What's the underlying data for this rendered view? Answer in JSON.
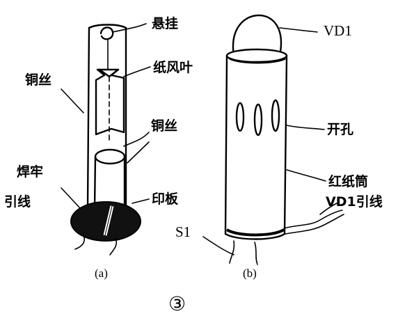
{
  "panel_a": {
    "caption": "(a)",
    "labels": {
      "suspend": "悬挂",
      "paper_vane": "纸风叶",
      "copper_wire_left": "铜丝",
      "copper_wire_right": "铜丝",
      "solder_firm": "焊牢",
      "lead_wire": "引线",
      "pcb": "印板"
    }
  },
  "panel_b": {
    "caption": "(b)",
    "labels": {
      "vd1": "VD1",
      "opening": "开孔",
      "red_paper_tube": "红纸筒",
      "vd1_lead": "VD1引线",
      "s1": "S1"
    }
  },
  "figure_number": "③"
}
